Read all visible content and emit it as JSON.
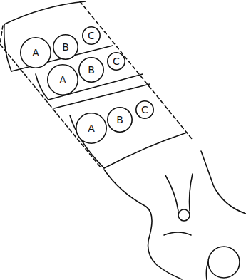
{
  "diagram": {
    "nodes": [
      {
        "text": [
          "A"
        ]
      },
      {
        "text": [
          "B"
        ]
      },
      {
        "text": [
          "C"
        ]
      },
      {
        "text": [
          "A"
        ]
      },
      {
        "text": [
          "B"
        ]
      },
      {
        "text": [
          "C"
        ]
      },
      {
        "text": [
          "A"
        ]
      },
      {
        "text": [
          "B"
        ]
      },
      {
        "text": [
          "C"
        ]
      }
    ]
  }
}
